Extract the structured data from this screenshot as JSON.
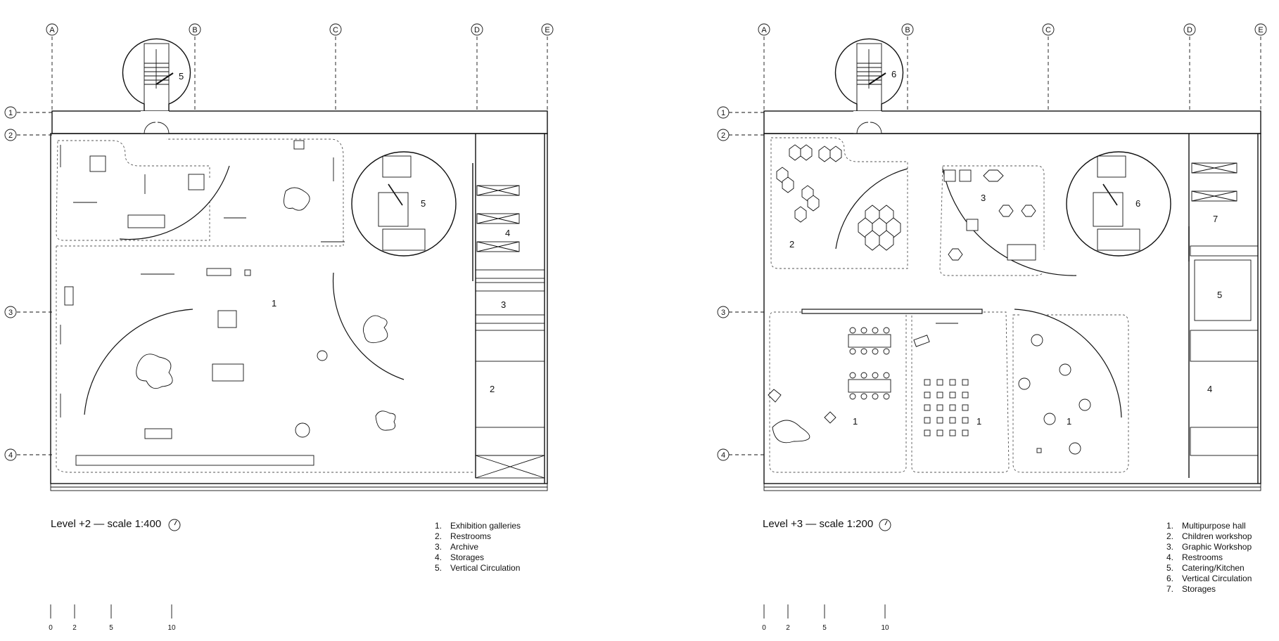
{
  "plans": [
    {
      "id": "level2",
      "title": "Level +2 — scale 1:400",
      "legend": [
        {
          "num": "1.",
          "text": "Exhibition galleries"
        },
        {
          "num": "2.",
          "text": "Restrooms"
        },
        {
          "num": "3.",
          "text": "Archive"
        },
        {
          "num": "4.",
          "text": "Storages"
        },
        {
          "num": "5.",
          "text": "Vertical Circulation"
        }
      ],
      "room_numbers": {
        "r1": "1",
        "r2": "2",
        "r3": "3",
        "r4": "4",
        "r5": "5",
        "stair": "5"
      }
    },
    {
      "id": "level3",
      "title": "Level +3 — scale 1:200",
      "legend": [
        {
          "num": "1.",
          "text": "Multipurpose hall"
        },
        {
          "num": "2.",
          "text": "Children workshop"
        },
        {
          "num": "3.",
          "text": "Graphic Workshop"
        },
        {
          "num": "4.",
          "text": "Restrooms"
        },
        {
          "num": "5.",
          "text": "Catering/Kitchen"
        },
        {
          "num": "6.",
          "text": "Vertical Circulation"
        },
        {
          "num": "7.",
          "text": "Storages"
        }
      ],
      "room_numbers": {
        "r1a": "1",
        "r1b": "1",
        "r1c": "1",
        "r2": "2",
        "r3": "3",
        "r4": "4",
        "r5": "5",
        "r6": "6",
        "stair": "6",
        "r7": "7"
      }
    }
  ],
  "grid_axes": {
    "columns": [
      "A",
      "B",
      "C",
      "D",
      "E"
    ],
    "rows": [
      "1",
      "2",
      "3",
      "4"
    ]
  },
  "scale_bar": [
    "0",
    "2",
    "5",
    "10"
  ]
}
